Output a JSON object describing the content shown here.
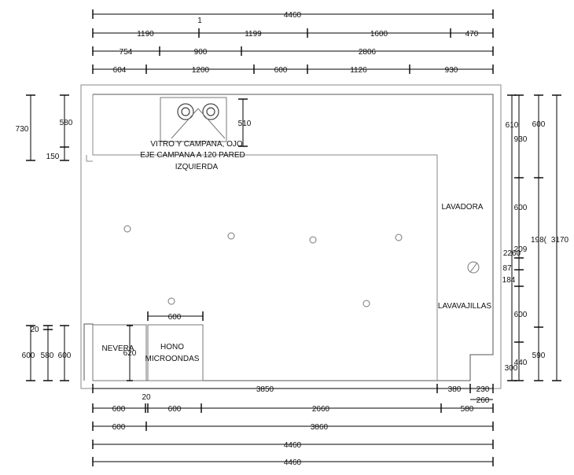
{
  "dimensions": {
    "top_total": "4460",
    "top_marker": "1",
    "top_row2": [
      "1190",
      "1199",
      "1600",
      "470"
    ],
    "top_row3": [
      "754",
      "900",
      "2806"
    ],
    "top_row4": [
      "604",
      "1200",
      "600",
      "1126",
      "930"
    ],
    "left_730": "730",
    "left_580": "580",
    "left_150": "150",
    "hood_510": "510",
    "right_610": "610",
    "right_930": "930",
    "right_600a": "600",
    "right_600b": "600",
    "right_600c": "600",
    "right_2260": "2260",
    "right_87": "87",
    "right_184": "184",
    "right_209": "209",
    "right_590": "590",
    "right_1980": "198(",
    "right_3170": "3170",
    "right_440": "440",
    "right_300": "300",
    "bl_20": "20",
    "bl_600a": "600",
    "bl_580": "580",
    "bl_600b": "600",
    "oven_600": "600",
    "fridge_620": "620",
    "bottom_3850": "3850",
    "bottom_380": "380",
    "bottom_230": "230",
    "bottom_260": "260",
    "bottom_20": "20",
    "bottom_row2": [
      "600",
      "600",
      "2660",
      "580"
    ],
    "bottom_row3": [
      "600",
      "3860"
    ],
    "bottom_total_a": "4460",
    "bottom_total_b": "4460"
  },
  "labels": {
    "hob_note": [
      "VITRO Y CAMPANA, OJO",
      "EJE CAMPANA A 120 PARED",
      "IZQUIERDA"
    ],
    "lavadora": "LAVADORA",
    "lavavajillas": "LAVAVAJILLAS",
    "nevera": "NEVERA",
    "horno": [
      "HONO",
      "MICROONDAS"
    ]
  }
}
